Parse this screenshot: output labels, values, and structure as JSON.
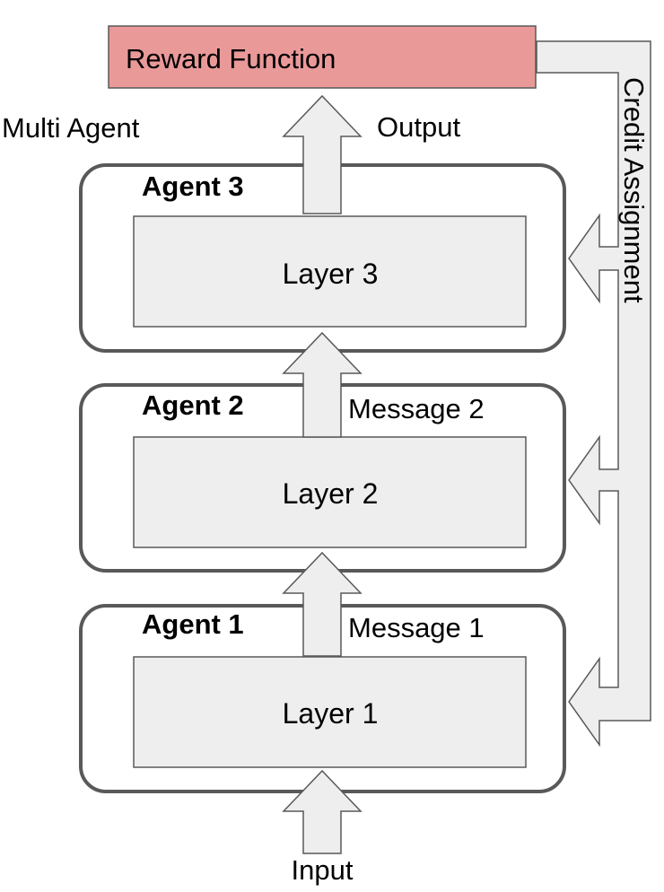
{
  "reward": {
    "label": "Reward Function",
    "fill": "#ea9999"
  },
  "colors": {
    "box_fill": "#eeeeee",
    "stroke": "#595959"
  },
  "labels": {
    "multi_agent": "Multi Agent",
    "output": "Output",
    "input": "Input",
    "credit": "Credit Assignment",
    "message1": "Message 1",
    "message2": "Message 2"
  },
  "agents": [
    {
      "title": "Agent 3",
      "layer": "Layer 3"
    },
    {
      "title": "Agent 2",
      "layer": "Layer 2"
    },
    {
      "title": "Agent 1",
      "layer": "Layer 1"
    }
  ]
}
